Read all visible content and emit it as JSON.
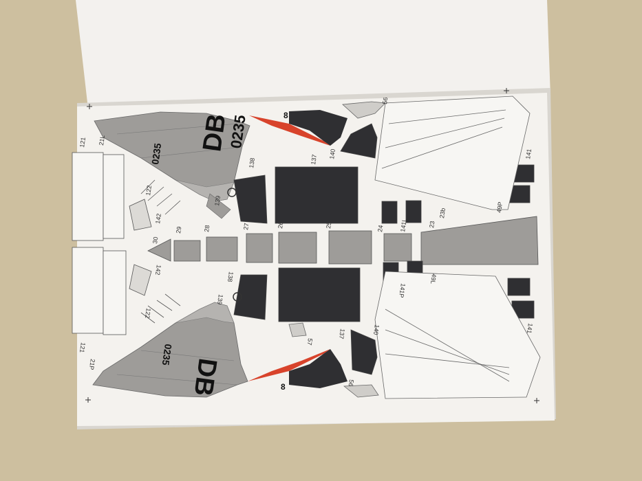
{
  "colors": {
    "table": "#cdbf9f",
    "paper": "#f4f2ee",
    "part_gray": "#9c9a97",
    "part_dark": "#2f2f32",
    "accent_red": "#d8432b",
    "line": "#555555"
  },
  "sheet": {
    "wing_left": {
      "code": "DB",
      "serial": "0235",
      "number": "8"
    },
    "wing_right": {
      "code": "DB",
      "serial": "0235",
      "number": "8"
    },
    "part_numbers": {
      "p121_top": "121",
      "p21L": "21L",
      "p122_top": "122",
      "p142_top": "142",
      "p139_top": "139",
      "p138_top": "138",
      "p137_top": "137",
      "p140_top": "140",
      "p56_top": "56",
      "p30": "30",
      "p29": "29",
      "p28": "28",
      "p27": "27",
      "p26": "26",
      "p25": "25",
      "p24": "24",
      "p23": "23",
      "p23b": "23b",
      "p141L_top": "141L",
      "p49P": "49P",
      "p141_top": "141",
      "p142_bot": "142",
      "p122_bot": "122",
      "p121_bot": "121",
      "p21P": "21P",
      "p139_bot": "139",
      "p138_bot": "138",
      "p137_bot": "137",
      "p57": "57",
      "p140_bot": "140",
      "p56_bot": "56",
      "p141P": "141P",
      "p49L": "49L",
      "p141_bot": "141"
    }
  }
}
